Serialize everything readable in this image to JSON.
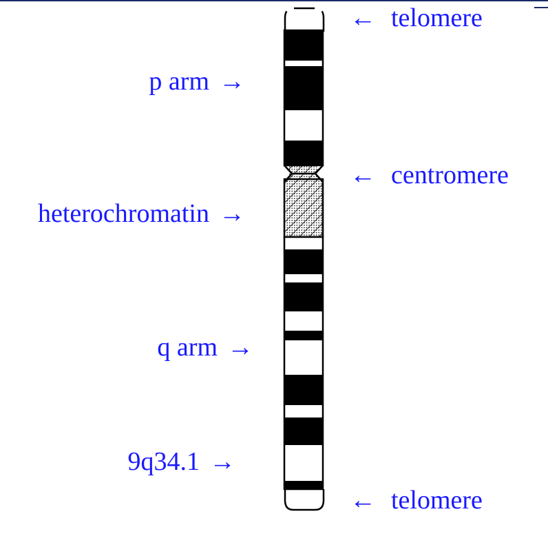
{
  "labels": {
    "telomere_top": "telomere",
    "p_arm": "p arm",
    "centromere": "centromere",
    "heterochromatin": "heterochromatin",
    "q_arm": "q arm",
    "band": "9q34.1",
    "telomere_bottom": "telomere"
  },
  "arrows": {
    "right": "→",
    "left": "←"
  },
  "colors": {
    "label": "#1a1aff",
    "band": "#000000",
    "outline": "#000000",
    "topbar": "#1b2b66"
  }
}
